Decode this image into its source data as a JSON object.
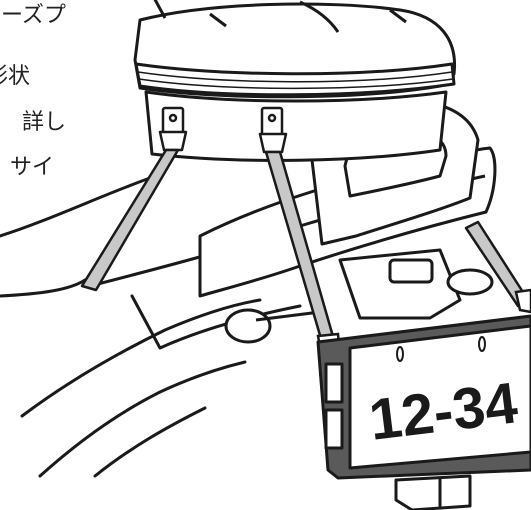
{
  "text_lines": [
    "ーズプ",
    "形状",
    "詳し",
    "サイ"
  ],
  "plate_number": "12-34",
  "colors": {
    "outline": "#1a1a1a",
    "strap": "#c8c8c8",
    "frame": "#5a5a5a",
    "fill": "#ffffff"
  }
}
